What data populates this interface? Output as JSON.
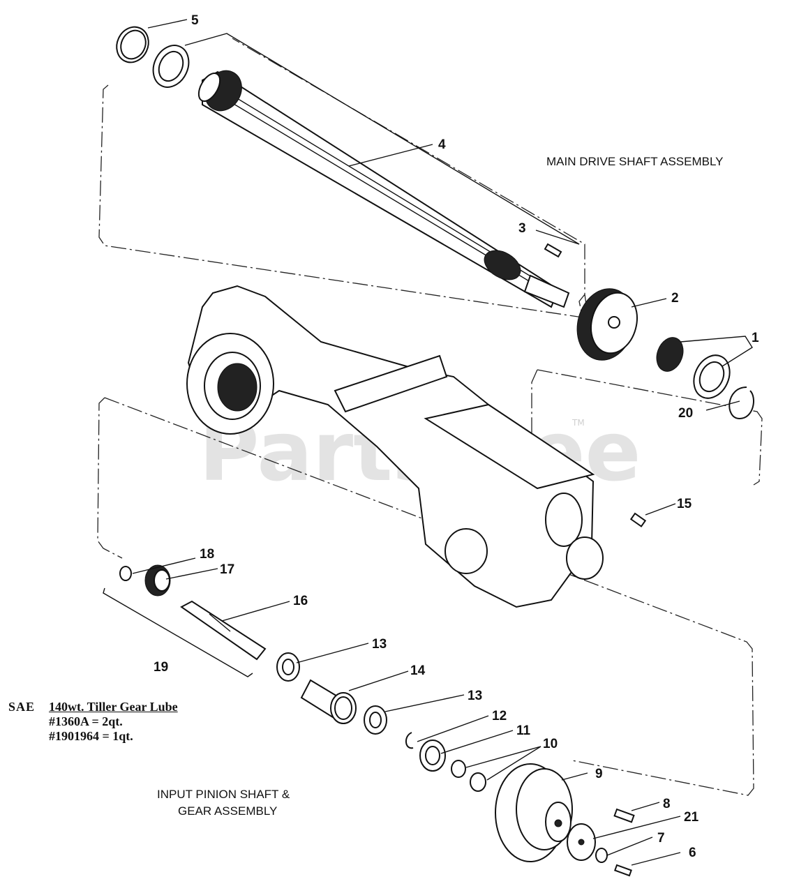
{
  "diagram": {
    "section_labels": {
      "main_drive": "MAIN DRIVE SHAFT ASSEMBLY",
      "input_pinion_line1": "INPUT PINION SHAFT &",
      "input_pinion_line2": "GEAR ASSEMBLY"
    },
    "callouts": [
      "1",
      "2",
      "3",
      "4",
      "5",
      "6",
      "7",
      "8",
      "9",
      "10",
      "11",
      "12",
      "13",
      "13",
      "14",
      "15",
      "16",
      "17",
      "18",
      "19",
      "20",
      "21"
    ],
    "lube_note": {
      "prefix": "SAE",
      "title": "140wt. Tiller Gear Lube",
      "line1": "#1360A = 2qt.",
      "line2": "#1901964 = 1qt."
    },
    "watermark": "PartsTree",
    "trademark": "TM"
  }
}
